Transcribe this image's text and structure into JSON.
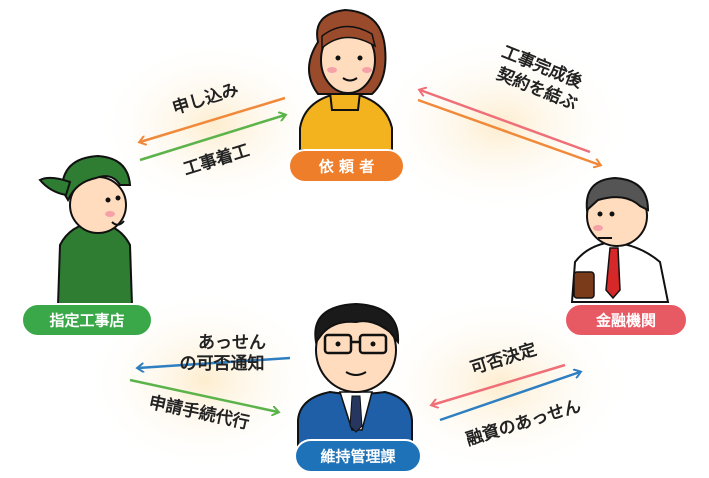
{
  "badges": {
    "client": "依 頼 者",
    "contractor": "指定工事店",
    "bank": "金融機関",
    "office": "維持管理課"
  },
  "labels": {
    "apply": "申し込み",
    "start_work": "工事着工",
    "contract_line1": "工事完成後",
    "contract_line2": "契約を結ぶ",
    "mediation_line1": "あっせん",
    "mediation_line2": "の可否通知",
    "application_proxy": "申請手続代行",
    "approval": "可否決定",
    "loan_mediation": "融資のあっせん"
  },
  "colors": {
    "client_badge": "#ef7e2a",
    "contractor_badge": "#3aa849",
    "bank_badge": "#e85a63",
    "office_badge": "#1e73b8",
    "arrow_orange": "#f08a3a",
    "arrow_green": "#5bb34a",
    "arrow_blue": "#2d7fc1",
    "arrow_pink": "#ef6f78",
    "glow": "#fdf0d8"
  }
}
